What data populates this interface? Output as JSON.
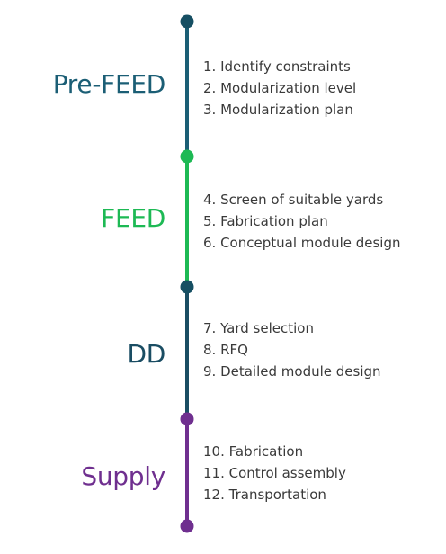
{
  "phases": [
    {
      "label": "Pre-FEED",
      "color": "#1b5e75",
      "steps": [
        "1. Identify constraints",
        "2. Modularization level",
        "3. Modularization plan"
      ]
    },
    {
      "label": "FEED",
      "color": "#1db954",
      "steps": [
        "4. Screen of suitable yards",
        "5. Fabrication plan",
        "6. Conceptual module design"
      ]
    },
    {
      "label": "DD",
      "color": "#1a4d63",
      "steps": [
        "7. Yard selection",
        "8. RFQ",
        "9. Detailed module design"
      ]
    },
    {
      "label": "Supply",
      "color": "#6f2f8f",
      "steps": [
        "10. Fabrication",
        "11. Control assembly",
        "12. Transportation"
      ]
    }
  ],
  "nodes": [
    {
      "name": "node-start",
      "color": "#164f63"
    },
    {
      "name": "node-feed",
      "color": "#1db954"
    },
    {
      "name": "node-dd",
      "color": "#164f63"
    },
    {
      "name": "node-supply",
      "color": "#6f2f8f"
    },
    {
      "name": "node-end",
      "color": "#6f2f8f"
    }
  ]
}
